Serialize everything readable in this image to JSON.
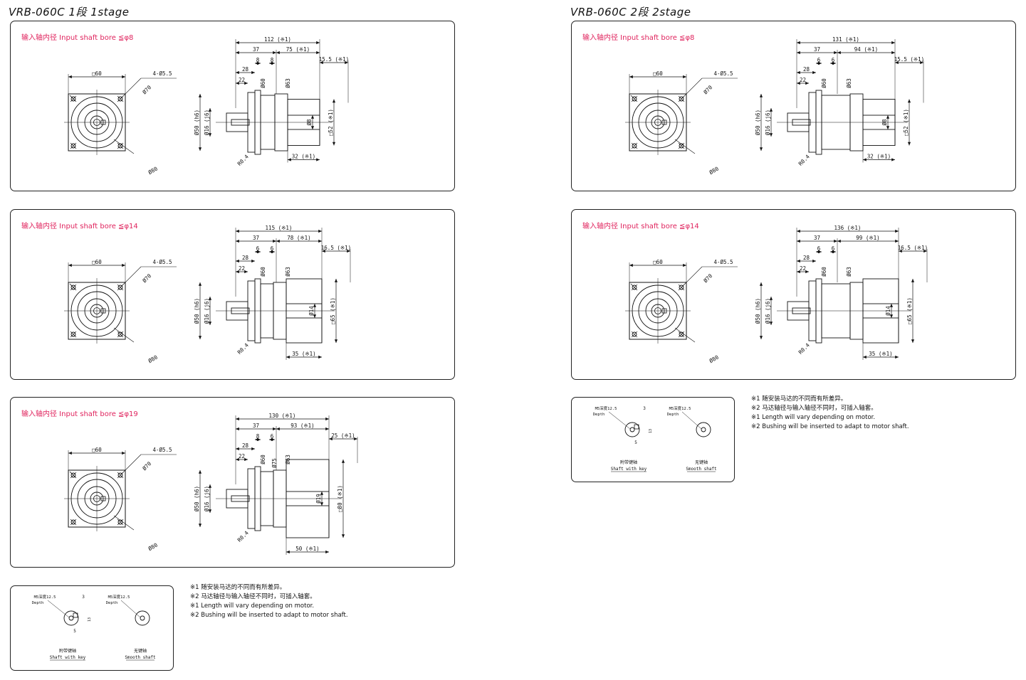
{
  "titles": {
    "stage1": "VRB-060C  1段  1stage",
    "stage2": "VRB-060C  2段  2stage"
  },
  "panels": [
    {
      "bore": "输入轴内径  Input shaft bore  ≦φ8",
      "sq": "□60",
      "holes": "4-Ø5.5",
      "pcd1": "Ø70",
      "pcd2": "Ø80",
      "total": "112 (※1)",
      "d37": "37",
      "right": "75 (※1)",
      "d8a": "8",
      "d8b": "8",
      "d28": "28",
      "d22": "22",
      "top_right": "15.5 (※1)",
      "d60": "Ø60",
      "d63": "Ø63",
      "d50": "Ø50 (h6)",
      "d16": "Ø16 (j6)",
      "r04": "R0.4",
      "bore_d": "Ø8",
      "flange": "□52 (※1)",
      "bottom": "32 (※1)"
    },
    {
      "bore": "输入轴内径  Input shaft bore  ≦φ14",
      "sq": "□60",
      "holes": "4-Ø5.5",
      "pcd1": "Ø70",
      "pcd2": "Ø80",
      "total": "115 (※1)",
      "d37": "37",
      "right": "78 (※1)",
      "d8a": "6",
      "d8b": "6",
      "d28": "28",
      "d22": "22",
      "top_right": "16.5 (※1)",
      "d60": "Ø60",
      "d63": "Ø63",
      "d50": "Ø50 (h6)",
      "d16": "Ø16 (j6)",
      "r04": "R0.4",
      "bore_d": "Ø14",
      "flange": "□65 (※1)",
      "bottom": "35 (※1)"
    },
    {
      "bore": "输入轴内径  Input shaft bore  ≦φ19",
      "sq": "□60",
      "holes": "4-Ø5.5",
      "pcd1": "Ø70",
      "pcd2": "Ø80",
      "total": "130 (※1)",
      "d37": "37",
      "right": "93 (※1)",
      "d8a": "8",
      "d8b": "6",
      "d28": "28",
      "d22": "22",
      "top_right": "25 (※1)",
      "d60": "Ø60",
      "d63": "Ø63",
      "d50": "Ø50 (h6)",
      "d16": "Ø16 (j6)",
      "r04": "R0.4",
      "bore_d": "Ø19",
      "flange": "□80 (※1)",
      "bottom": "50 (※1)",
      "extra": "Ø75"
    },
    {
      "bore": "输入轴内径  Input shaft bore  ≦φ8",
      "sq": "□60",
      "holes": "4-Ø5.5",
      "pcd1": "Ø70",
      "pcd2": "Ø80",
      "total": "131 (※1)",
      "d37": "37",
      "right": "94 (※1)",
      "d8a": "6",
      "d8b": "6",
      "d28": "28",
      "d22": "22",
      "top_right": "15.5 (※1)",
      "d60": "Ø60",
      "d63": "Ø63",
      "d50": "Ø50 (h6)",
      "d16": "Ø16 (j6)",
      "r04": "R0.4",
      "bore_d": "Ø8",
      "flange": "□52 (※1)",
      "bottom": "32 (※1)"
    },
    {
      "bore": "输入轴内径  Input shaft bore  ≦φ14",
      "sq": "□60",
      "holes": "4-Ø5.5",
      "pcd1": "Ø70",
      "pcd2": "Ø80",
      "total": "136 (※1)",
      "d37": "37",
      "right": "99 (※1)",
      "d8a": "6",
      "d8b": "6",
      "d28": "28",
      "d22": "22",
      "top_right": "16.5 (※1)",
      "d60": "Ø60",
      "d63": "Ø63",
      "d50": "Ø50 (h6)",
      "d16": "Ø16 (j6)",
      "r04": "R0.4",
      "bore_d": "Ø14",
      "flange": "□65 (※1)",
      "bottom": "35 (※1)"
    }
  ],
  "shaft_box": {
    "m5a": "M5深度12.5",
    "deptha": "Depth",
    "m5b": "M5深度12.5",
    "depthb": "Depth",
    "n3": "3",
    "n5": "5",
    "nk": "13",
    "key_cn": "附带键轴",
    "key_en": "Shaft with key",
    "smooth_cn": "无键轴",
    "smooth_en": "Smooth shaft"
  },
  "notes": [
    "※1  随安装马达的不同而有所差异。",
    "※2  马达轴径与输入轴径不同时，可插入轴套。",
    "※1  Length will vary depending on motor.",
    "※2  Bushing will be inserted to adapt to motor shaft."
  ]
}
